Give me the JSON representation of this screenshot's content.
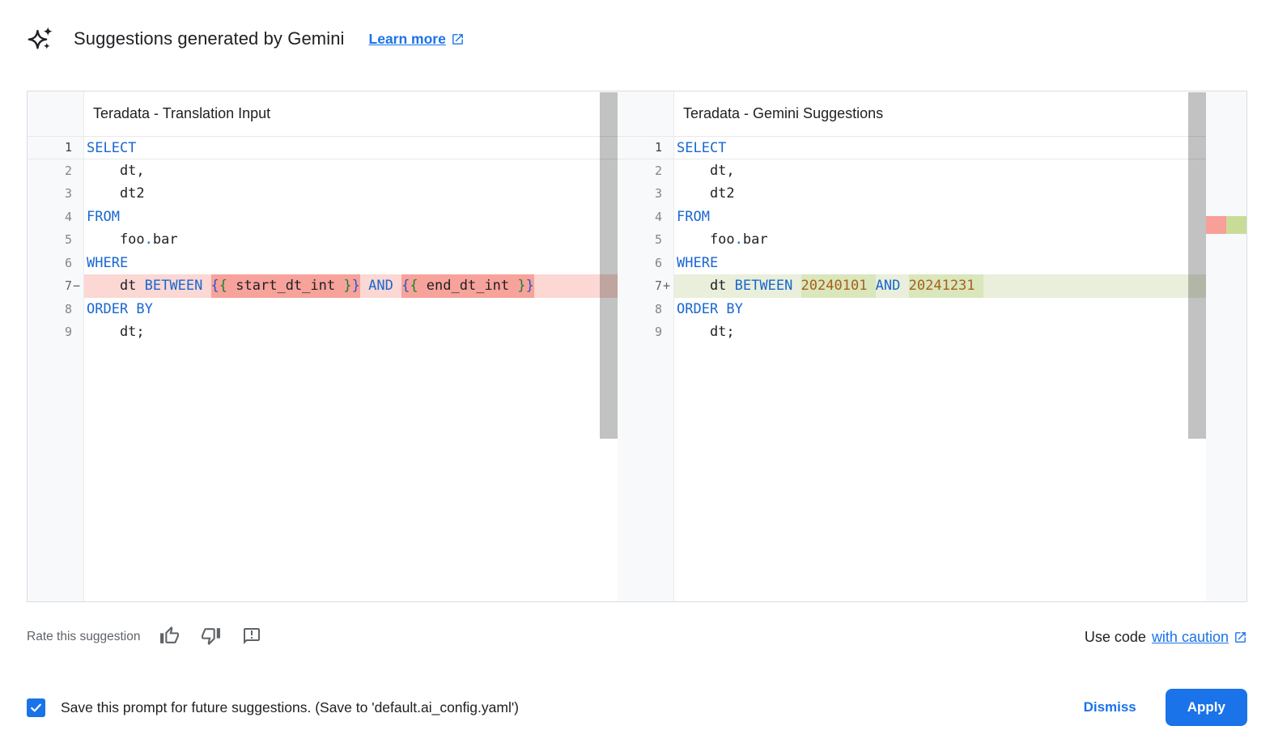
{
  "header": {
    "icon": "gemini-sparkle-icon",
    "title": "Suggestions generated by Gemini",
    "learn_more_label": "Learn more"
  },
  "editors": [
    {
      "title": "Teradata - Translation Input",
      "lines": [
        {
          "num": "1",
          "current": true,
          "tokens": [
            {
              "t": "SELECT",
              "c": "kw"
            }
          ]
        },
        {
          "num": "2",
          "tokens": [
            {
              "t": "    dt,",
              "c": "id"
            }
          ]
        },
        {
          "num": "3",
          "tokens": [
            {
              "t": "    dt2",
              "c": "id"
            }
          ]
        },
        {
          "num": "4",
          "tokens": [
            {
              "t": "FROM",
              "c": "kw"
            }
          ]
        },
        {
          "num": "5",
          "tokens": [
            {
              "t": "    foo",
              "c": "id"
            },
            {
              "t": ".",
              "c": "kw"
            },
            {
              "t": "bar",
              "c": "id"
            }
          ]
        },
        {
          "num": "6",
          "tokens": [
            {
              "t": "WHERE",
              "c": "kw"
            }
          ]
        },
        {
          "num": "7",
          "sign": "−",
          "diff": "removed",
          "tokens": [
            {
              "t": "    dt ",
              "c": "id"
            },
            {
              "t": "BETWEEN ",
              "c": "kw"
            },
            {
              "t": "{",
              "c": "b1",
              "hl": true
            },
            {
              "t": "{",
              "c": "b2",
              "hl": true
            },
            {
              "t": " start_dt_int ",
              "c": "id",
              "hl": true
            },
            {
              "t": "}",
              "c": "b2",
              "hl": true
            },
            {
              "t": "}",
              "c": "b1",
              "hl": true
            },
            {
              "t": " ",
              "c": "id"
            },
            {
              "t": "AND",
              "c": "kw"
            },
            {
              "t": " ",
              "c": "id"
            },
            {
              "t": "{",
              "c": "b1",
              "hl": true
            },
            {
              "t": "{",
              "c": "b2",
              "hl": true
            },
            {
              "t": " end_dt_int ",
              "c": "id",
              "hl": true
            },
            {
              "t": "}",
              "c": "b2",
              "hl": true
            },
            {
              "t": "}",
              "c": "b1",
              "hl": true
            }
          ]
        },
        {
          "num": "8",
          "tokens": [
            {
              "t": "ORDER BY",
              "c": "kw"
            }
          ]
        },
        {
          "num": "9",
          "tokens": [
            {
              "t": "    dt;",
              "c": "id"
            }
          ]
        }
      ]
    },
    {
      "title": "Teradata - Gemini Suggestions",
      "has_overview_ruler": true,
      "lines": [
        {
          "num": "1",
          "current": true,
          "tokens": [
            {
              "t": "SELECT",
              "c": "kw"
            }
          ]
        },
        {
          "num": "2",
          "tokens": [
            {
              "t": "    dt,",
              "c": "id"
            }
          ]
        },
        {
          "num": "3",
          "tokens": [
            {
              "t": "    dt2",
              "c": "id"
            }
          ]
        },
        {
          "num": "4",
          "tokens": [
            {
              "t": "FROM",
              "c": "kw"
            }
          ]
        },
        {
          "num": "5",
          "tokens": [
            {
              "t": "    foo",
              "c": "id"
            },
            {
              "t": ".",
              "c": "kw"
            },
            {
              "t": "bar",
              "c": "id"
            }
          ]
        },
        {
          "num": "6",
          "tokens": [
            {
              "t": "WHERE",
              "c": "kw"
            }
          ]
        },
        {
          "num": "7",
          "sign": "+",
          "diff": "added",
          "tokens": [
            {
              "t": "    dt ",
              "c": "id"
            },
            {
              "t": "BETWEEN ",
              "c": "kw"
            },
            {
              "t": "20240101 ",
              "c": "num",
              "hl": true
            },
            {
              "t": "AND",
              "c": "kw"
            },
            {
              "t": " ",
              "c": "id"
            },
            {
              "t": "20241231 ",
              "c": "num",
              "hl": true
            }
          ]
        },
        {
          "num": "8",
          "tokens": [
            {
              "t": "ORDER BY",
              "c": "kw"
            }
          ]
        },
        {
          "num": "9",
          "tokens": [
            {
              "t": "    dt;",
              "c": "id"
            }
          ]
        }
      ]
    }
  ],
  "footer": {
    "rate_label": "Rate this suggestion",
    "icons": [
      "thumb-up-icon",
      "thumb-down-icon",
      "feedback-icon"
    ],
    "use_code_prefix": "Use code",
    "use_code_link": "with caution"
  },
  "bottom_bar": {
    "checkbox_checked": true,
    "save_label": "Save this prompt for future suggestions. (Save to 'default.ai_config.yaml')",
    "dismiss_label": "Dismiss",
    "apply_label": "Apply"
  },
  "colors": {
    "accent_blue": "#1a73e8",
    "keyword": "#1967d2",
    "identifier": "#202124",
    "number_literal": "#a8601c",
    "brace_outer": "#2a56c6",
    "brace_inner": "#188038",
    "removed_line_bg": "#fbd8d3",
    "removed_char_bg": "#f7a29a",
    "added_line_bg": "#e9efda",
    "added_char_bg": "#dae6bc",
    "overview_removed": "#f89f9a",
    "overview_added": "#c9dc97"
  }
}
